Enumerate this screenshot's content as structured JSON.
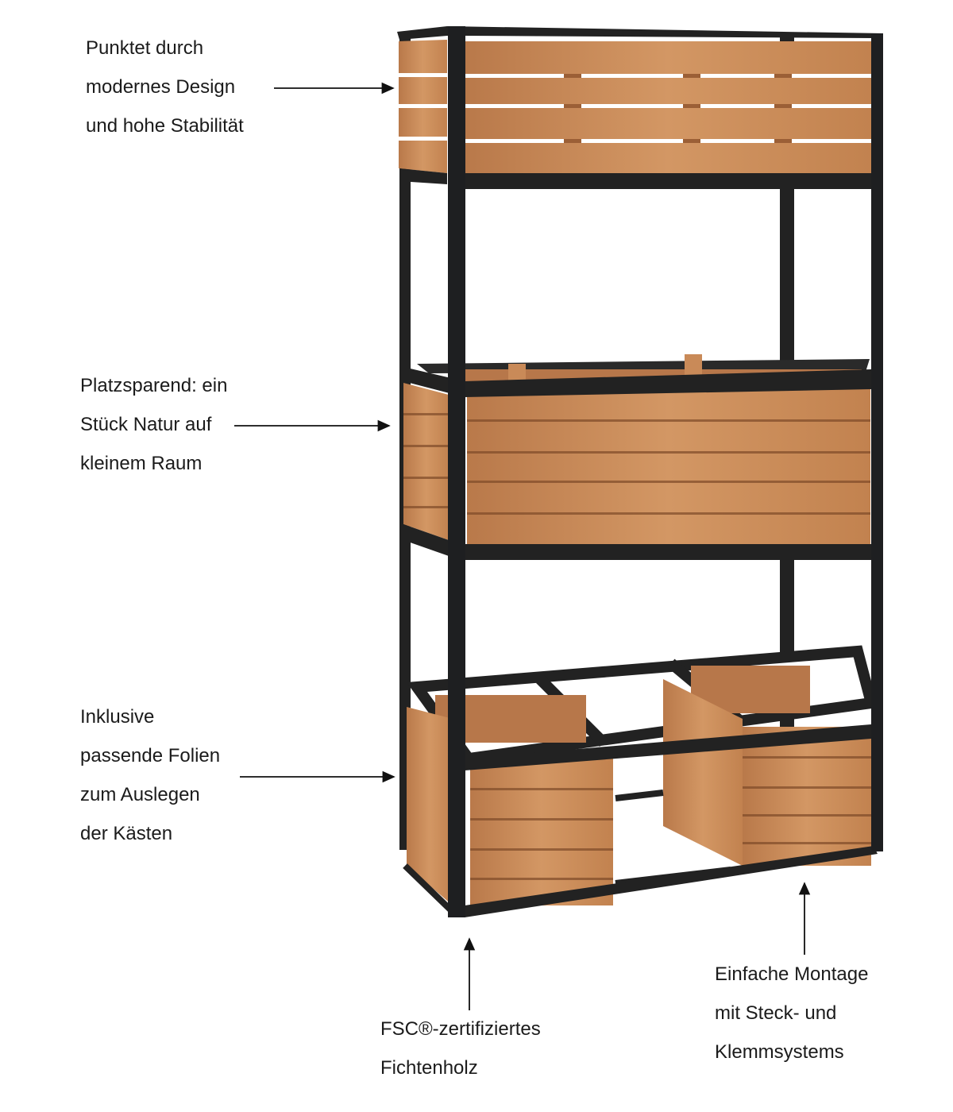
{
  "labels": {
    "design": [
      "Punktet durch",
      "modernes Design",
      "und hohe Stabilität"
    ],
    "space": [
      "Platzsparend: ein",
      "Stück Natur auf",
      "kleinem Raum"
    ],
    "liners": [
      "Inklusive",
      "passende Folien",
      "zum Auslegen",
      "der Kästen"
    ],
    "wood": [
      "FSC®-zertifiziertes",
      "Fichtenholz"
    ],
    "assembly": [
      "Einfache Montage",
      "mit Steck- und",
      "Klemmsystems"
    ]
  },
  "colors": {
    "frame": "#1e1f21",
    "wood": "#c98a58",
    "wood_dark": "#a8683c",
    "text": "#1b1b1b"
  }
}
